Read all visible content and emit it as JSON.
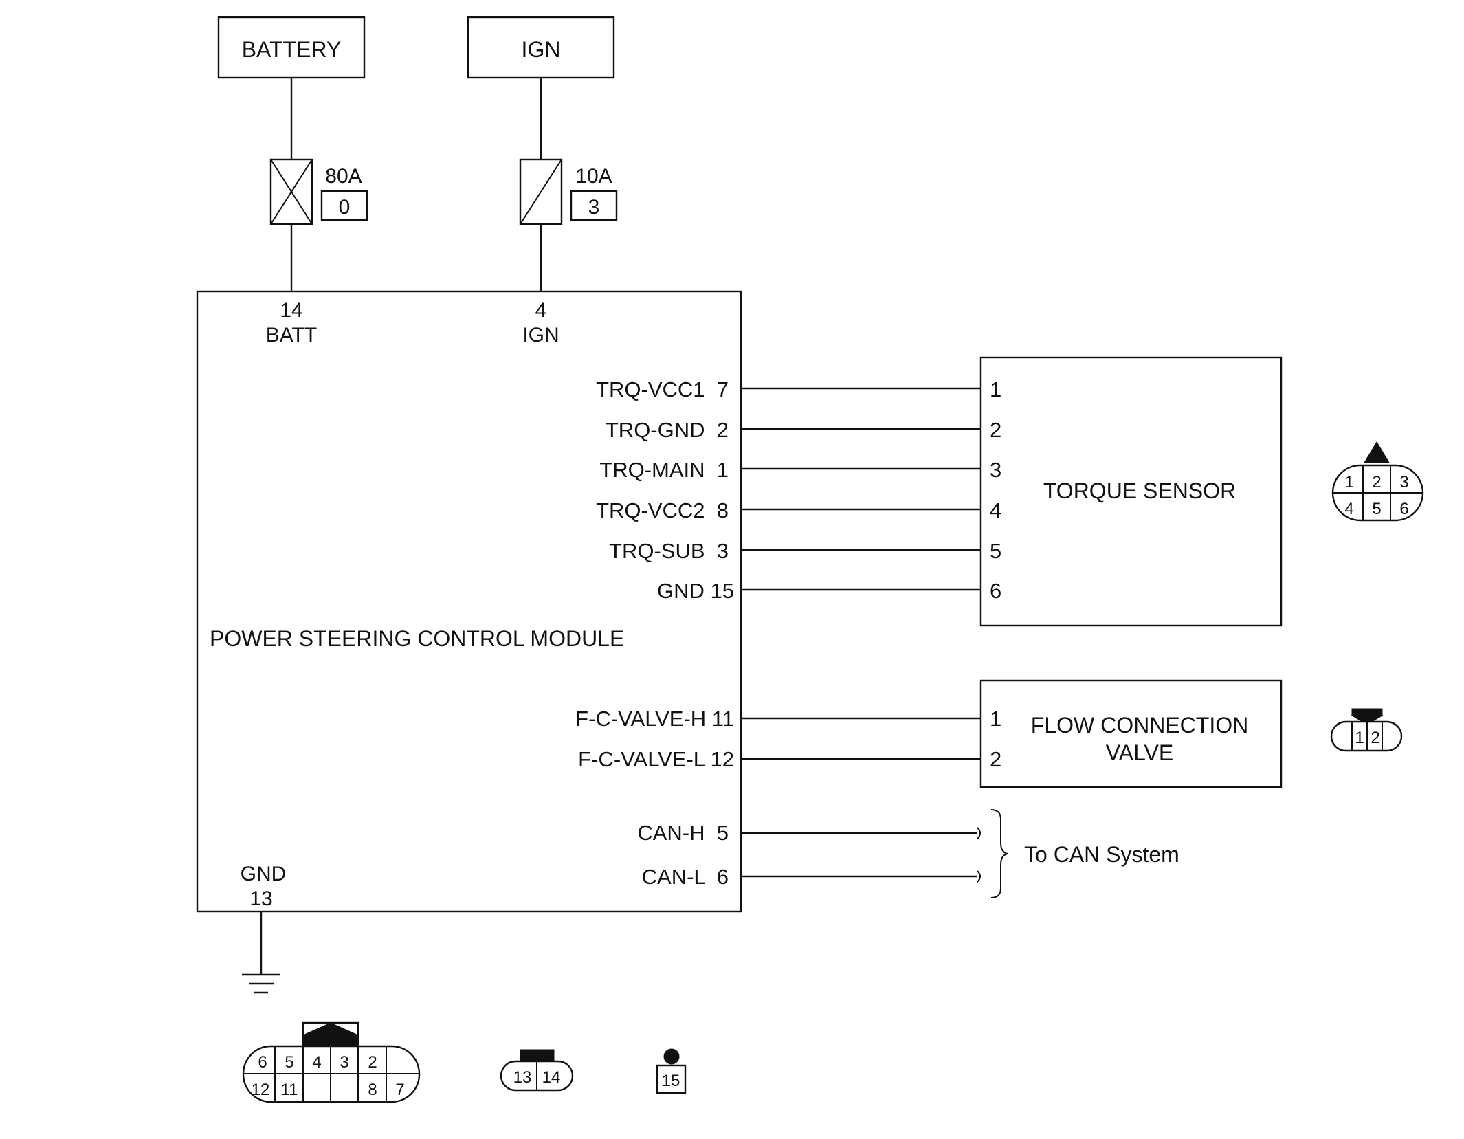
{
  "power_sources": {
    "battery": "BATTERY",
    "ign": "IGN"
  },
  "fuses": {
    "battery_fuse": {
      "rating": "80A",
      "number": "0"
    },
    "ign_fuse": {
      "rating": "10A",
      "number": "3"
    }
  },
  "module": {
    "title": "POWER STEERING CONTROL MODULE",
    "top_pins": [
      {
        "num": "14",
        "name": "BATT"
      },
      {
        "num": "4",
        "name": "IGN"
      }
    ],
    "ground_pin": {
      "name": "GND",
      "num": "13"
    },
    "torque_pins": [
      "TRQ-VCC1  7",
      "TRQ-GND  2",
      "TRQ-MAIN  1",
      "TRQ-VCC2  8",
      "TRQ-SUB  3",
      "GND 15"
    ],
    "valve_pins": [
      "F-C-VALVE-H 11",
      "F-C-VALVE-L 12"
    ],
    "can_pins": [
      "CAN-H  5",
      "CAN-L  6"
    ]
  },
  "torque_sensor": {
    "label": "TORQUE SENSOR",
    "pins": [
      "1",
      "2",
      "3",
      "4",
      "5",
      "6"
    ]
  },
  "flow_valve": {
    "label_line1": "FLOW CONNECTION",
    "label_line2": "VALVE",
    "pins": [
      "1",
      "2"
    ]
  },
  "can": {
    "label": "To CAN System"
  },
  "connectors": {
    "module_main": {
      "top_row": [
        "6",
        "5",
        "4",
        "3",
        "2"
      ],
      "bottom_row": [
        "12",
        "11",
        "",
        "",
        "8",
        "7"
      ]
    },
    "module_power": [
      "13",
      "14"
    ],
    "module_single": "15",
    "torque_sensor": {
      "top_row": [
        "1",
        "2",
        "3"
      ],
      "bottom_row": [
        "4",
        "5",
        "6"
      ]
    },
    "flow_valve": [
      "1",
      "2"
    ]
  }
}
